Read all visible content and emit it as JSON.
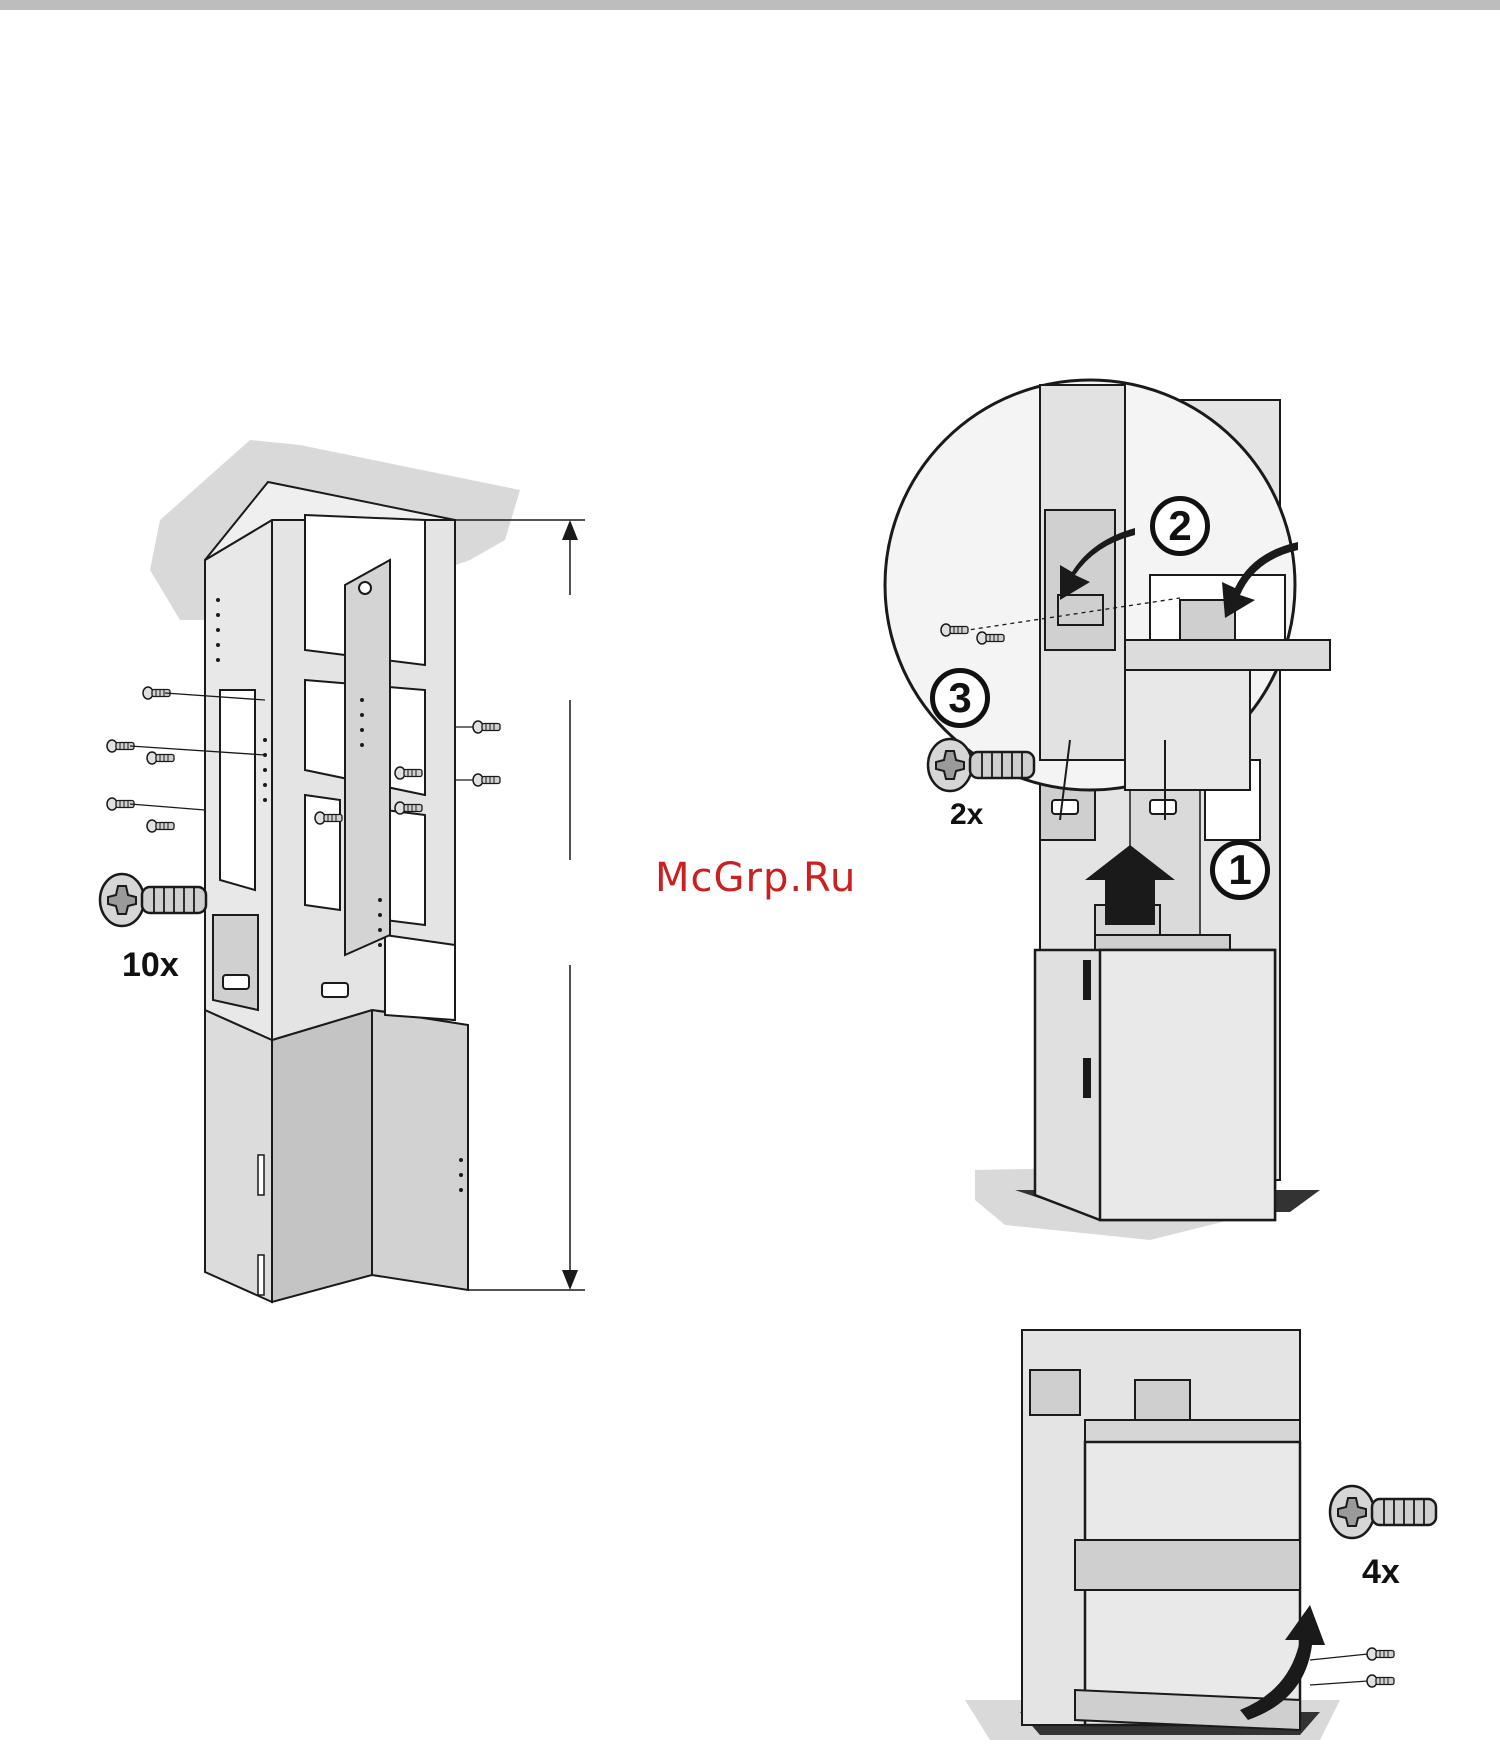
{
  "labels": {
    "qty_left": "10x",
    "qty_mid": "2x",
    "qty_bottom": "4x"
  },
  "steps": [
    "1",
    "2",
    "3"
  ],
  "watermark": "McGrp.Ru",
  "colors": {
    "panel": "#e6e6e6",
    "panel_dark": "#cfcfcf",
    "shadow": "#d8d8d8",
    "line": "#1a1a1a",
    "watermark": "#cc1f1f"
  },
  "icons": [
    "torx-screw-icon",
    "double-arrow-dimension-icon",
    "curved-arrow-icon",
    "up-arrow-icon"
  ]
}
